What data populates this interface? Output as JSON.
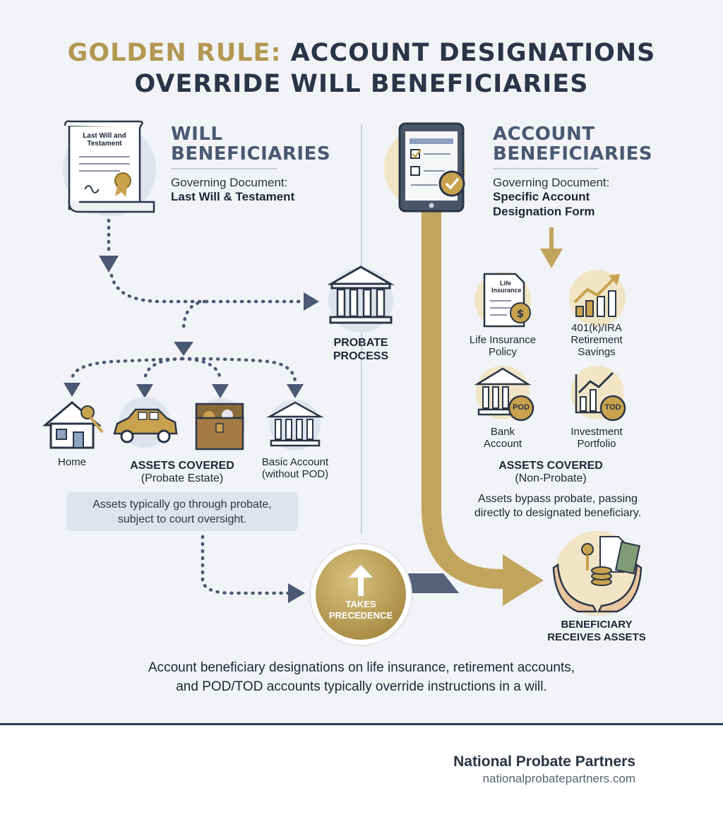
{
  "title": {
    "highlight": "GOLDEN RULE:",
    "line1_rest": "ACCOUNT DESIGNATIONS",
    "line2": "OVERRIDE WILL BENEFICIARIES"
  },
  "left": {
    "heading_line1": "WILL",
    "heading_line2": "BENEFICIARIES",
    "doc_label": "Governing Document:",
    "doc_name": "Last Will & Testament",
    "scroll_line1": "Last Will and",
    "scroll_line2": "Testament",
    "assets": [
      {
        "label": "Home"
      },
      {
        "label_line1": "Basic Account",
        "label_line2": "(without POD)"
      }
    ],
    "covered_title": "ASSETS COVERED",
    "covered_sub": "(Probate Estate)",
    "note_line1": "Assets typically go through probate,",
    "note_line2": "subject to court oversight."
  },
  "center": {
    "probate_line1": "PROBATE",
    "probate_line2": "PROCESS",
    "precedence_line1": "TAKES",
    "precedence_line2": "PRECEDENCE"
  },
  "right": {
    "heading_line1": "ACCOUNT",
    "heading_line2": "BENEFICIARIES",
    "doc_label": "Governing Document:",
    "doc_name_line1": "Specific Account",
    "doc_name_line2": "Designation Form",
    "assets": [
      {
        "label_line1": "Life Insurance",
        "label_line2": "Policy",
        "badge_line1": "Life",
        "badge_line2": "Insurance"
      },
      {
        "label_line1": "401(k)/IRA",
        "label_line2": "Retirement",
        "label_line3": "Savings"
      },
      {
        "label_line1": "Bank",
        "label_line2": "Account",
        "badge": "POD"
      },
      {
        "label_line1": "Investment",
        "label_line2": "Portfolio",
        "badge": "TOD"
      }
    ],
    "covered_title": "ASSETS COVERED",
    "covered_sub": "(Non-Probate)",
    "note_line1": "Assets bypass probate, passing",
    "note_line2": "directly to designated beneficiary.",
    "receives_line1": "BENEFICIARY",
    "receives_line2": "RECEIVES ASSETS"
  },
  "bottom": {
    "line1": "Account beneficiary designations on life insurance, retirement accounts,",
    "line2": "and POD/TOD accounts typically override instructions in a will."
  },
  "footer": {
    "brand": "National Probate Partners",
    "url": "nationalprobatepartners.com"
  },
  "colors": {
    "navy": "#2b3547",
    "gold": "#b39852",
    "slate": "#4b5872",
    "dots": "#4b5872"
  }
}
